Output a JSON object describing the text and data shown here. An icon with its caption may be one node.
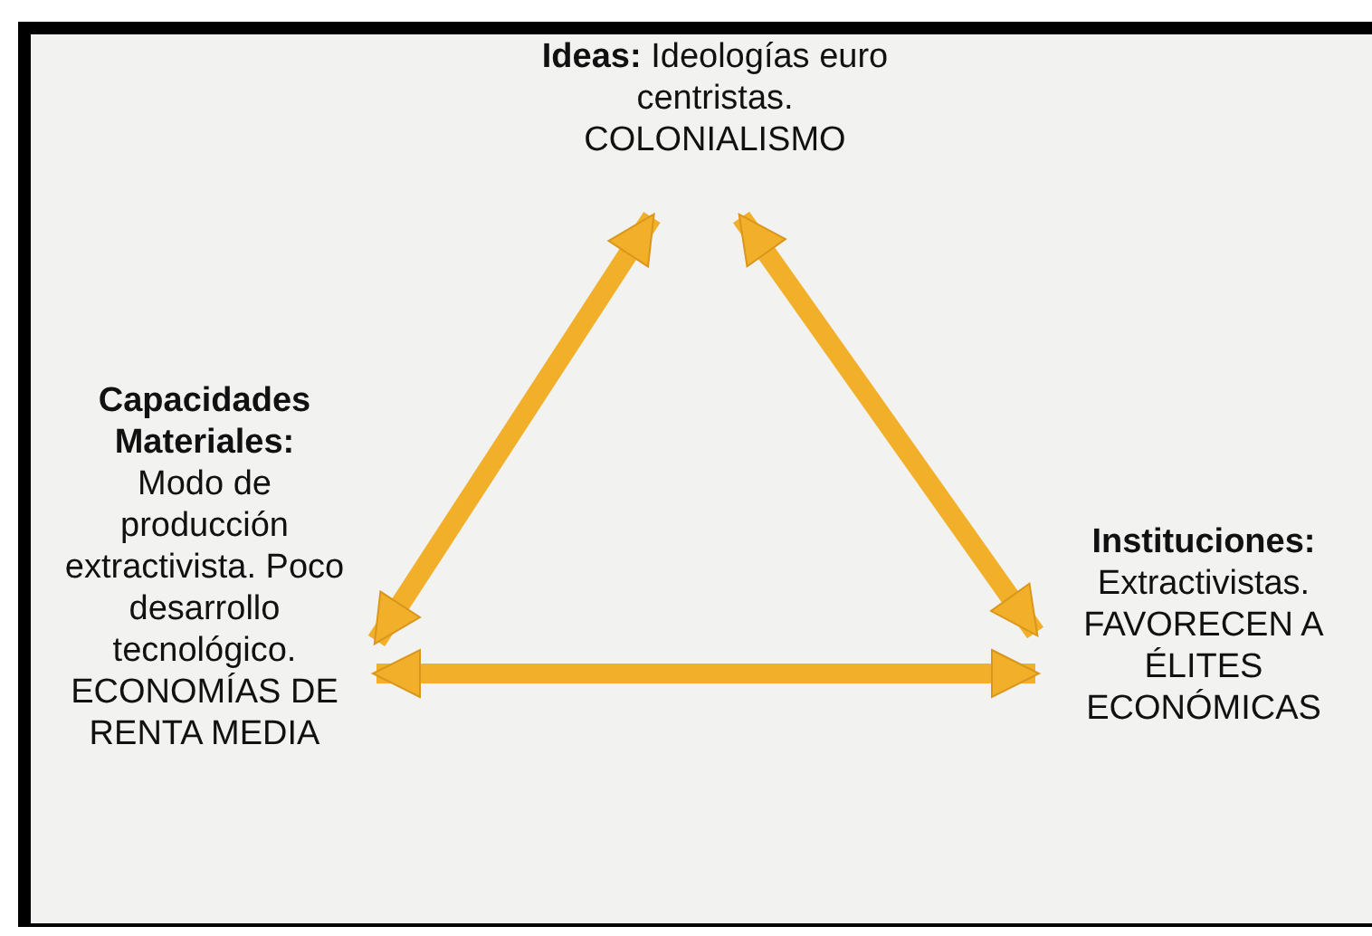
{
  "diagram": {
    "nodes": [
      {
        "text": [
          "**Ideas:** Ideologías euro centristas.",
          "COLONIALISMO"
        ]
      },
      {
        "text": [
          "Capacidades Materiales:",
          "Modo de producción extractivista. Poco desarrollo tecnológico.",
          "ECONOMÍAS DE RENTA MEDIA"
        ]
      },
      {
        "text": [
          "Instituciones:",
          "Extractivistas.",
          "FAVORECEN A ÉLITES ECONÓMICAS"
        ]
      }
    ],
    "edges": [
      {
        "from": 0,
        "to": 1,
        "arrow": "both"
      },
      {
        "from": 0,
        "to": 2,
        "arrow": "both"
      },
      {
        "from": 1,
        "to": 2,
        "arrow": "both"
      }
    ]
  }
}
